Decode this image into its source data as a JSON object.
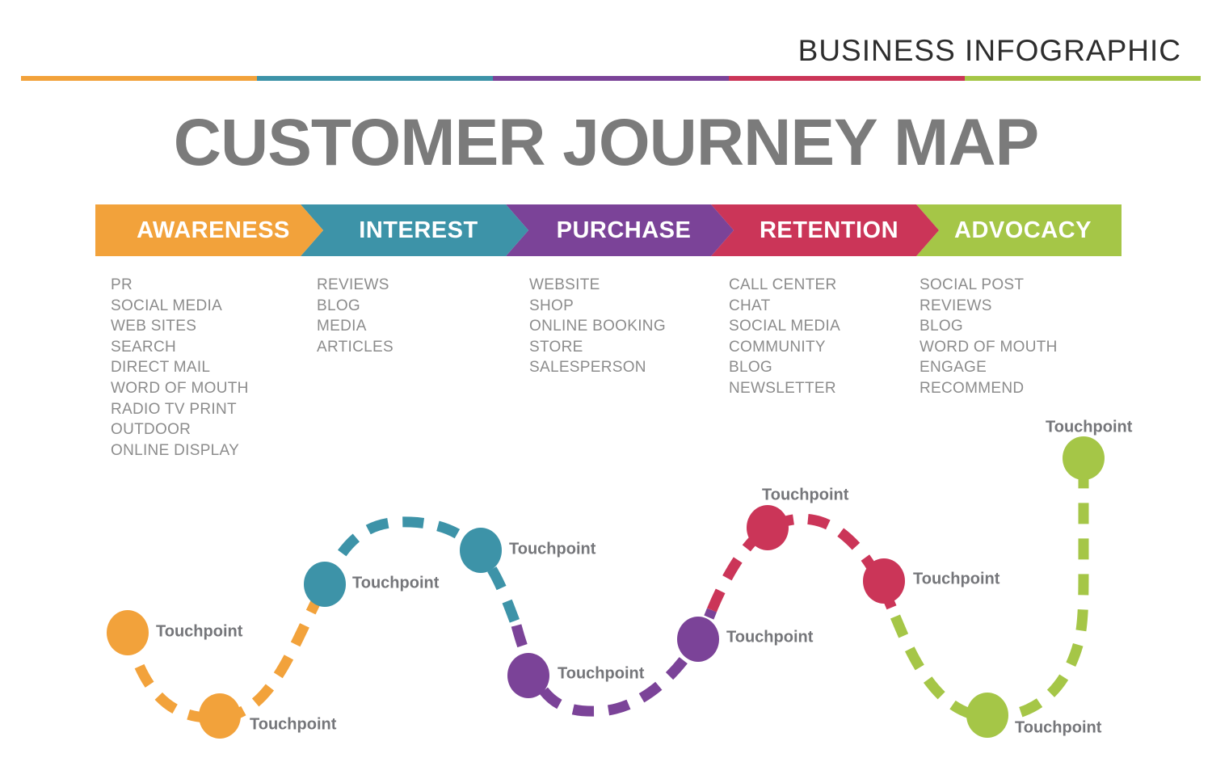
{
  "header": {
    "brand": "BUSINESS INFOGRAPHIC"
  },
  "title": "CUSTOMER JOURNEY MAP",
  "colors": {
    "awareness": "#F2A23B",
    "interest": "#3D93A8",
    "purchase": "#7B4398",
    "retention": "#CB3558",
    "advocacy": "#A5C647"
  },
  "stages": [
    {
      "label": "AWARENESS",
      "items": [
        "PR",
        "SOCIAL MEDIA",
        "WEB SITES",
        "SEARCH",
        "DIRECT MAIL",
        "WORD OF MOUTH",
        "RADIO TV PRINT",
        "OUTDOOR",
        "ONLINE DISPLAY"
      ]
    },
    {
      "label": "INTEREST",
      "items": [
        "REVIEWS",
        "BLOG",
        "MEDIA",
        "ARTICLES"
      ]
    },
    {
      "label": "PURCHASE",
      "items": [
        "WEBSITE",
        "SHOP",
        "ONLINE BOOKING",
        "STORE",
        "SALESPERSON"
      ]
    },
    {
      "label": "RETENTION",
      "items": [
        "CALL CENTER",
        "CHAT",
        "SOCIAL MEDIA",
        "COMMUNITY",
        "BLOG",
        "NEWSLETTER"
      ]
    },
    {
      "label": "ADVOCACY",
      "items": [
        "SOCIAL POST",
        "REVIEWS",
        "BLOG",
        "WORD OF MOUTH",
        "ENGAGE",
        "RECOMMEND"
      ]
    }
  ],
  "touchpoints": [
    {
      "label": "Touchpoint"
    },
    {
      "label": "Touchpoint"
    },
    {
      "label": "Touchpoint"
    },
    {
      "label": "Touchpoint"
    },
    {
      "label": "Touchpoint"
    },
    {
      "label": "Touchpoint"
    },
    {
      "label": "Touchpoint"
    },
    {
      "label": "Touchpoint"
    },
    {
      "label": "Touchpoint"
    },
    {
      "label": "Touchpoint"
    }
  ]
}
